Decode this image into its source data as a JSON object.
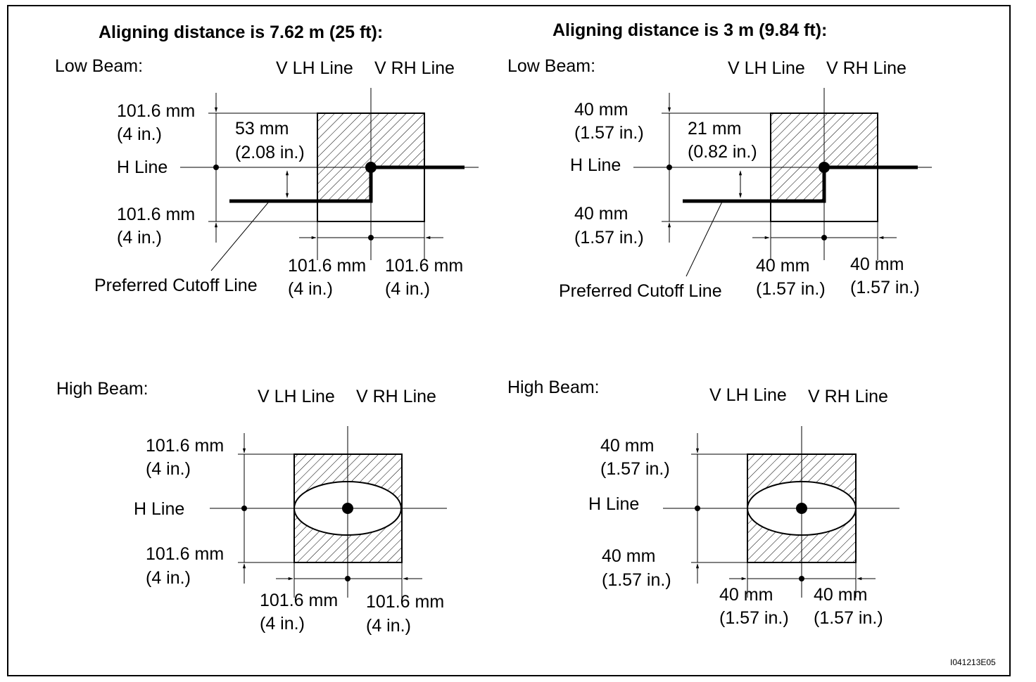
{
  "panels": {
    "left": {
      "title": "Aligning distance is 7.62 m (25 ft):",
      "low": {
        "beam_label": "Low Beam:",
        "vlh": "V LH Line",
        "vrh": "V RH Line",
        "top_dim": "101.6 mm",
        "top_dim_in": "(4 in.)",
        "hline": "H Line",
        "bottom_dim": "101.6 mm",
        "bottom_dim_in": "(4 in.)",
        "offset": "53 mm",
        "offset_in": "(2.08 in.)",
        "left_dim": "101.6 mm",
        "left_dim_in": "(4 in.)",
        "right_dim": "101.6 mm",
        "right_dim_in": "(4 in.)",
        "cutoff": "Preferred Cutoff Line"
      },
      "high": {
        "beam_label": "High Beam:",
        "vlh": "V LH Line",
        "vrh": "V RH Line",
        "top_dim": "101.6 mm",
        "top_dim_in": "(4 in.)",
        "hline": "H Line",
        "bottom_dim": "101.6 mm",
        "bottom_dim_in": "(4 in.)",
        "left_dim": "101.6 mm",
        "left_dim_in": "(4 in.)",
        "right_dim": "101.6 mm",
        "right_dim_in": "(4 in.)"
      }
    },
    "right": {
      "title": "Aligning distance is 3 m (9.84 ft):",
      "low": {
        "beam_label": "Low Beam:",
        "vlh": "V LH Line",
        "vrh": "V RH Line",
        "top_dim": "40 mm",
        "top_dim_in": "(1.57 in.)",
        "hline": "H Line",
        "bottom_dim": "40 mm",
        "bottom_dim_in": "(1.57 in.)",
        "offset": "21 mm",
        "offset_in": "(0.82 in.)",
        "left_dim": "40 mm",
        "left_dim_in": "(1.57 in.)",
        "right_dim": "40 mm",
        "right_dim_in": "(1.57 in.)",
        "cutoff": "Preferred Cutoff Line"
      },
      "high": {
        "beam_label": "High Beam:",
        "vlh": "V LH Line",
        "vrh": "V RH Line",
        "top_dim": "40 mm",
        "top_dim_in": "(1.57 in.)",
        "hline": "H Line",
        "bottom_dim": "40 mm",
        "bottom_dim_in": "(1.57 in.)",
        "left_dim": "40 mm",
        "left_dim_in": "(1.57 in.)",
        "right_dim": "40 mm",
        "right_dim_in": "(1.57 in.)"
      }
    }
  },
  "figure_code": "I041213E05"
}
